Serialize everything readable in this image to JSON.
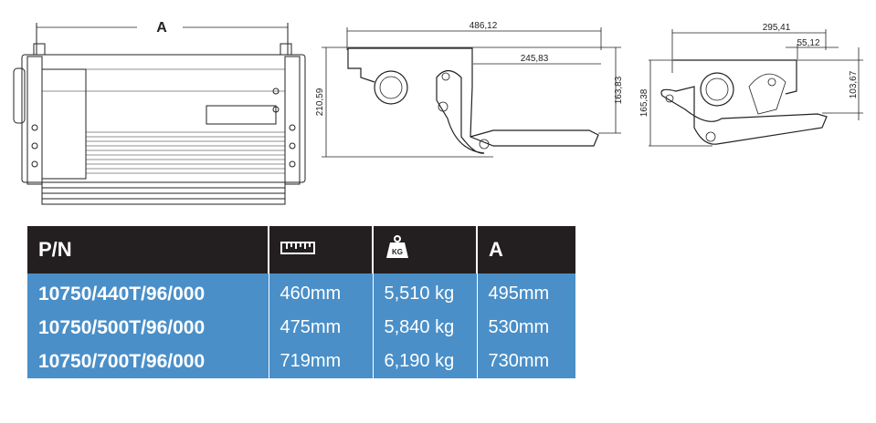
{
  "drawings": {
    "front_view": {
      "dimension_label": "A"
    },
    "side_view_retracted": {
      "dimensions": [
        "486,12",
        "245,83",
        "210,59",
        "163,83"
      ]
    },
    "side_view_extended": {
      "dimensions": [
        "295,41",
        "55,12",
        "165,38",
        "103,67"
      ]
    }
  },
  "table": {
    "headers": {
      "pn": "P/N",
      "length_icon": "ruler-icon",
      "weight_icon": "kg-weight-icon",
      "a": "A"
    },
    "weight_icon_text": "KG",
    "rows": [
      {
        "pn": "10750/440T/96/000",
        "length": "460mm",
        "weight": "5,510 kg",
        "a": "495mm"
      },
      {
        "pn": "10750/500T/96/000",
        "length": "475mm",
        "weight": "5,840 kg",
        "a": "530mm"
      },
      {
        "pn": "10750/700T/96/000",
        "length": "719mm",
        "weight": "6,190 kg",
        "a": "730mm"
      }
    ]
  }
}
